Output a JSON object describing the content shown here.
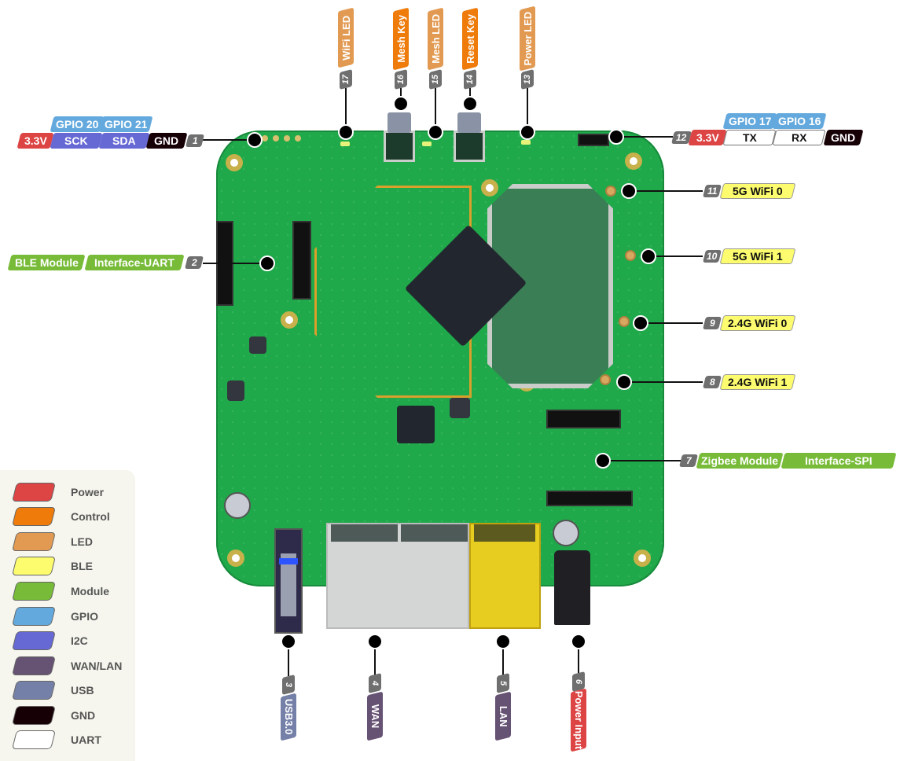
{
  "colors": {
    "power": "#dd4444",
    "control": "#ee7b0a",
    "led": "#e29a52",
    "ble": "#fcfc6e",
    "module": "#77bb38",
    "gpio": "#63a9de",
    "i2c": "#6668d4",
    "wan_lan": "#665273",
    "usb": "#7580a8",
    "gnd": "#160006",
    "uart": "#ffffff",
    "number": "#6f6f6f"
  },
  "top_left_header": {
    "number": "1",
    "pins": [
      {
        "label": "3.3V",
        "type": "power"
      },
      {
        "label": "SCK",
        "type": "i2c",
        "gpio": "GPIO 20"
      },
      {
        "label": "SDA",
        "type": "i2c",
        "gpio": "GPIO 21"
      },
      {
        "label": "GND",
        "type": "gnd"
      }
    ]
  },
  "top_right_header": {
    "number": "12",
    "pins": [
      {
        "label": "3.3V",
        "type": "power"
      },
      {
        "label": "TX",
        "type": "uart",
        "gpio": "GPIO 17"
      },
      {
        "label": "RX",
        "type": "uart",
        "gpio": "GPIO 16"
      },
      {
        "label": "GND",
        "type": "gnd"
      }
    ]
  },
  "top_labels": [
    {
      "number": "17",
      "label": "WiFi LED",
      "type": "led"
    },
    {
      "number": "16",
      "label": "Mesh Key",
      "type": "control"
    },
    {
      "number": "15",
      "label": "Mesh LED",
      "type": "led"
    },
    {
      "number": "14",
      "label": "Reset Key",
      "type": "control"
    },
    {
      "number": "13",
      "label": "Power LED",
      "type": "led"
    }
  ],
  "left_labels": [
    {
      "number": "2",
      "labels": [
        "BLE Module",
        "Interface-UART"
      ],
      "type": "module"
    }
  ],
  "right_labels": [
    {
      "number": "11",
      "label": "5G WiFi 0",
      "type": "ble"
    },
    {
      "number": "10",
      "label": "5G WiFi 1",
      "type": "ble"
    },
    {
      "number": "9",
      "label": "2.4G WiFi 0",
      "type": "ble"
    },
    {
      "number": "8",
      "label": "2.4G WiFi 1",
      "type": "ble"
    },
    {
      "number": "7",
      "labels": [
        "Zigbee Module",
        "Interface-SPI"
      ],
      "type": "module"
    }
  ],
  "bottom_labels": [
    {
      "number": "3",
      "label": "USB3.0",
      "type": "usb"
    },
    {
      "number": "4",
      "label": "WAN",
      "type": "wan_lan"
    },
    {
      "number": "5",
      "label": "LAN",
      "type": "wan_lan"
    },
    {
      "number": "6",
      "label": "Power Input",
      "type": "power"
    }
  ],
  "legend": [
    {
      "label": "Power",
      "type": "power"
    },
    {
      "label": "Control",
      "type": "control"
    },
    {
      "label": "LED",
      "type": "led"
    },
    {
      "label": "BLE",
      "type": "ble"
    },
    {
      "label": "Module",
      "type": "module"
    },
    {
      "label": "GPIO",
      "type": "gpio"
    },
    {
      "label": "I2C",
      "type": "i2c"
    },
    {
      "label": "WAN/LAN",
      "type": "wan_lan"
    },
    {
      "label": "USB",
      "type": "usb"
    },
    {
      "label": "GND",
      "type": "gnd"
    },
    {
      "label": "UART",
      "type": "uart"
    }
  ]
}
